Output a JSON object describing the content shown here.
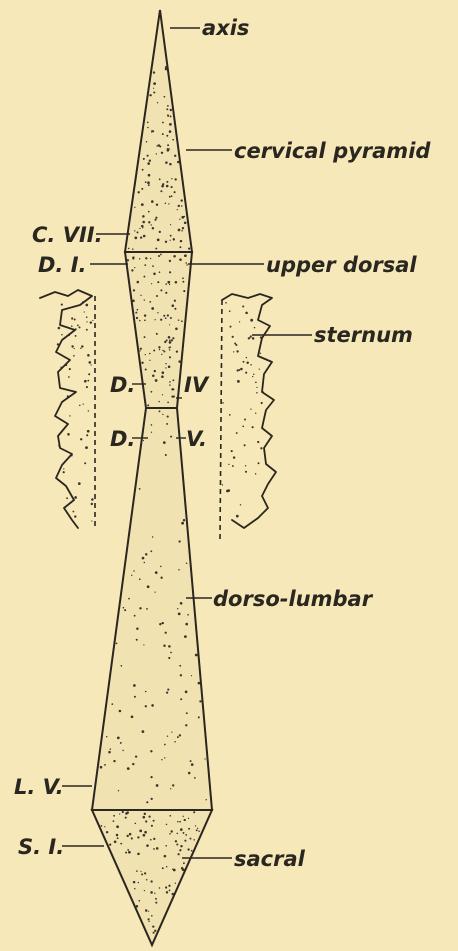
{
  "labels": {
    "axis": "axis",
    "cervical_pyramid": "cervical pyramid",
    "c7": "C. VII.",
    "d1": "D. I.",
    "upper_dorsal": "upper dorsal",
    "sternum": "sternum",
    "d_left_upper": "D.",
    "iv": "IV",
    "d_left_lower": "D.",
    "v": "V.",
    "dorso_lumbar": "dorso-lumbar",
    "l5": "L. V.",
    "s1": "S. I.",
    "sacral": "sacral"
  },
  "colors": {
    "paper": "#f6e8b8",
    "ink": "#2a2620"
  }
}
